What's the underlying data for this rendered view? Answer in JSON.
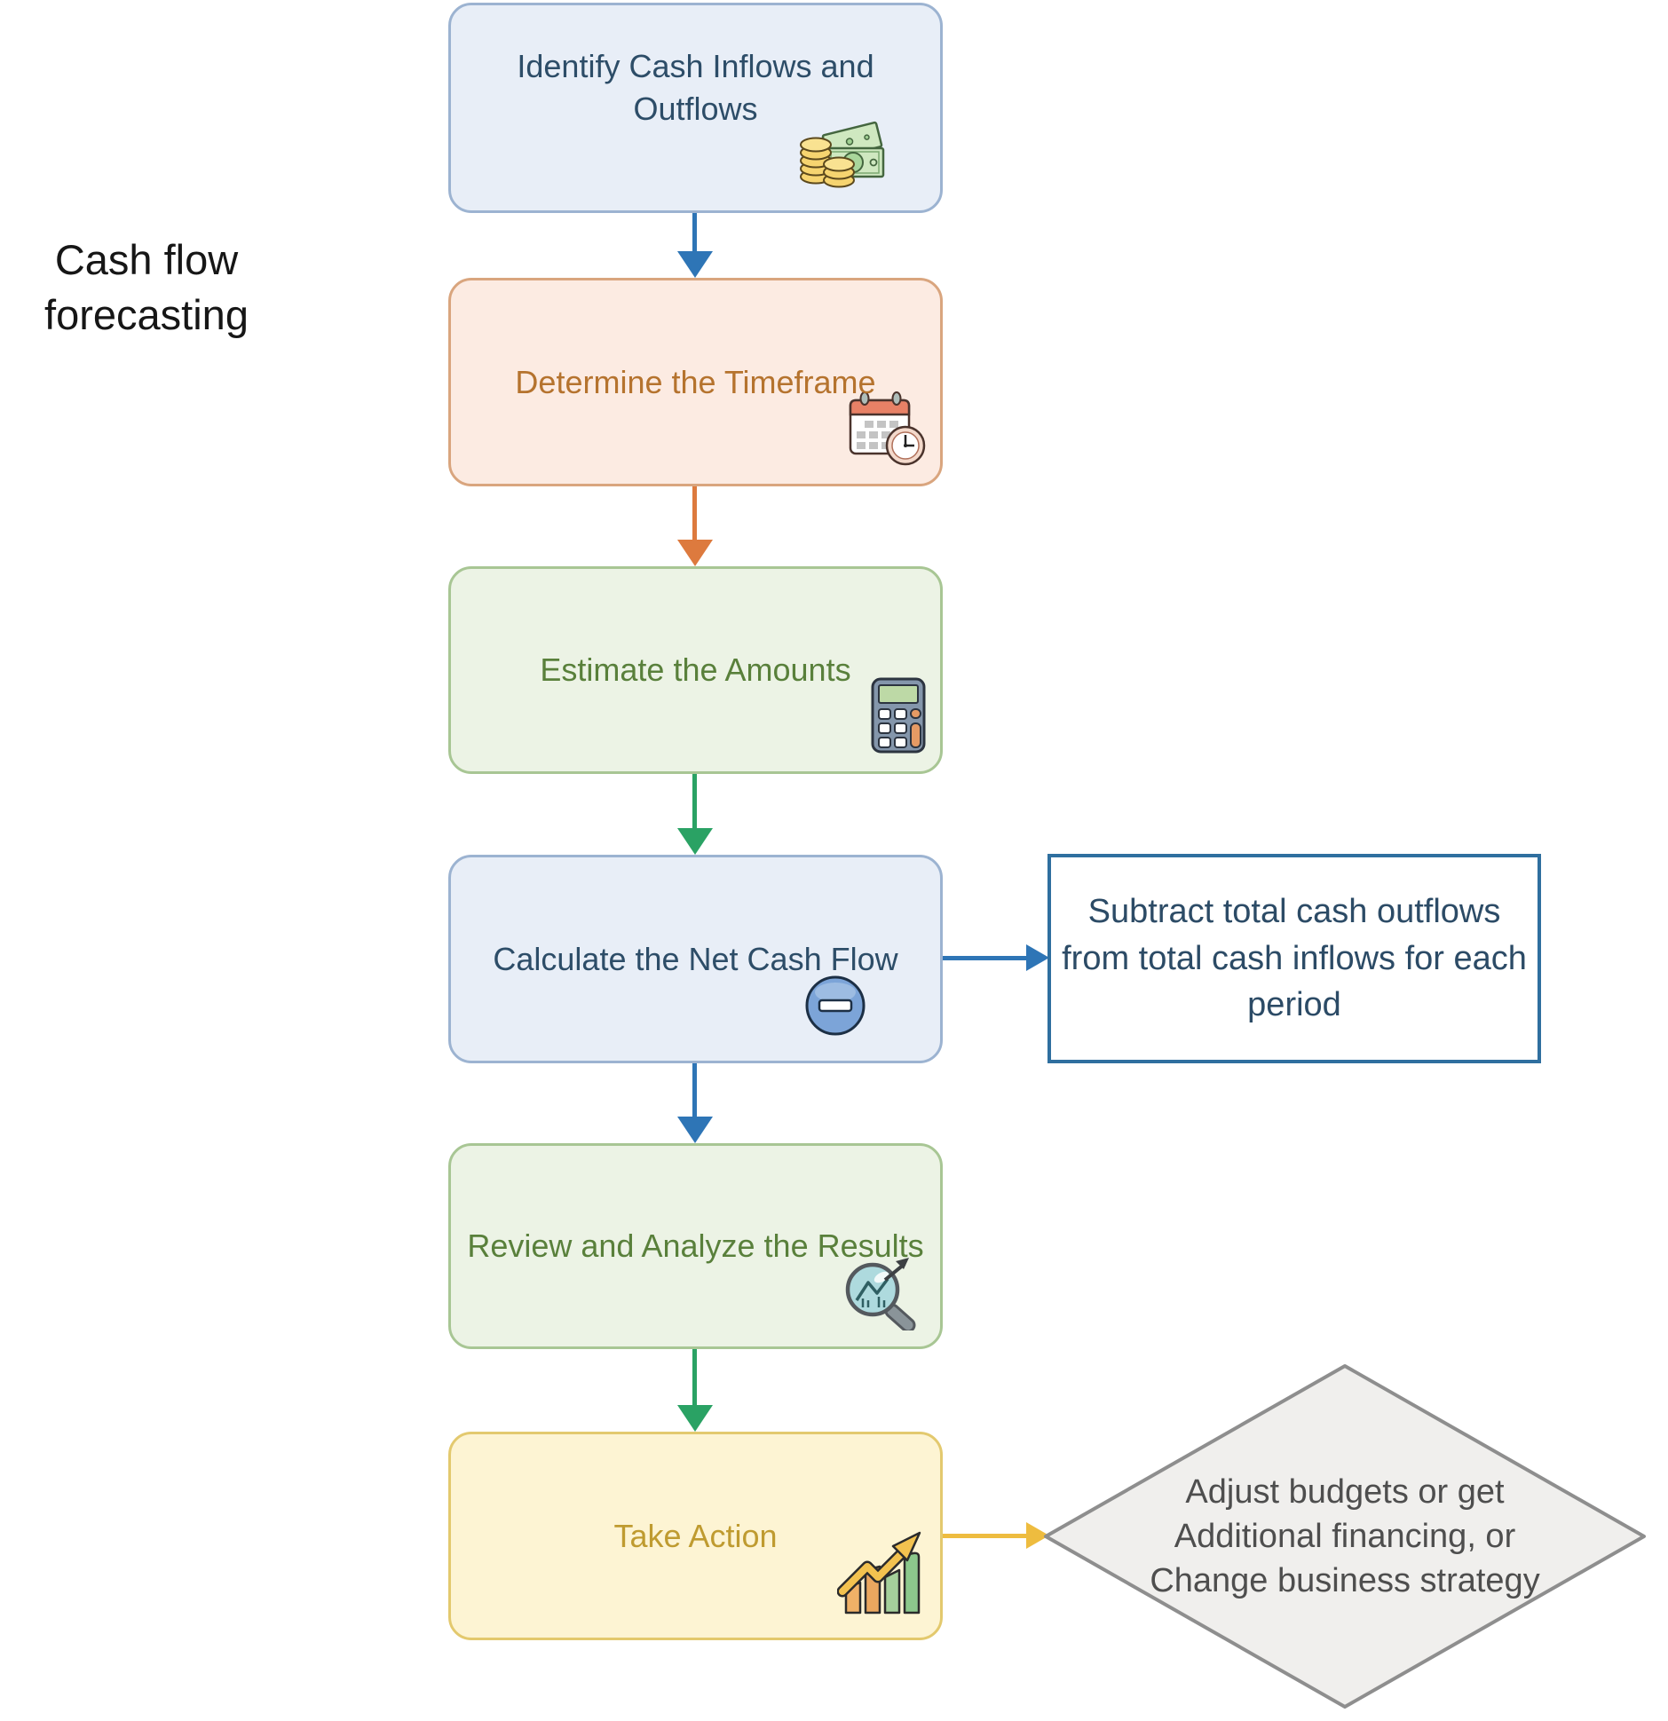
{
  "title": "Cash flow forecasting",
  "steps": [
    {
      "label": "Identify Cash Inflows and Outflows",
      "icon": "money-icon",
      "theme": "blue"
    },
    {
      "label": "Determine the Timeframe",
      "icon": "calendar-clock-icon",
      "theme": "peach"
    },
    {
      "label": "Estimate the Amounts",
      "icon": "calculator-icon",
      "theme": "green"
    },
    {
      "label": "Calculate the Net Cash Flow",
      "icon": "minus-circle-icon",
      "theme": "blue"
    },
    {
      "label": "Review and Analyze the Results",
      "icon": "magnifier-chart-icon",
      "theme": "green"
    },
    {
      "label": "Take Action",
      "icon": "bar-chart-rising-arrow-icon",
      "theme": "yellow"
    }
  ],
  "annotations": {
    "net_cash_flow_note": {
      "shape": "rectangle",
      "attached_to": "Calculate the Net Cash Flow",
      "lines": [
        "Subtract total cash outflows",
        "from total cash inflows for each",
        "period"
      ]
    },
    "take_action_note": {
      "shape": "diamond",
      "attached_to": "Take Action",
      "lines": [
        "Adjust budgets or get",
        "Additional financing, or",
        "Change business strategy"
      ]
    }
  },
  "connectors": [
    {
      "from": "step-1",
      "to": "step-2",
      "direction": "down",
      "color": "#2e75b6"
    },
    {
      "from": "step-2",
      "to": "step-3",
      "direction": "down",
      "color": "#dd7a3e"
    },
    {
      "from": "step-3",
      "to": "step-4",
      "direction": "down",
      "color": "#2aa264"
    },
    {
      "from": "step-4",
      "to": "step-5",
      "direction": "down",
      "color": "#2e75b6"
    },
    {
      "from": "step-5",
      "to": "step-6",
      "direction": "down",
      "color": "#2aa264"
    },
    {
      "from": "step-4",
      "to": "net_cash_flow_note",
      "direction": "right",
      "color": "#2e75b6"
    },
    {
      "from": "step-6",
      "to": "take_action_note",
      "direction": "right",
      "color": "#eebc3f"
    }
  ],
  "palette": {
    "blue_box_bg": "#e8eef7",
    "blue_box_border": "#9cb3d1",
    "blue_box_text": "#2d4d68",
    "peach_box_bg": "#fcebe2",
    "peach_box_border": "#d9a57e",
    "peach_box_text": "#b5732e",
    "green_box_bg": "#ecf3e5",
    "green_box_border": "#a8c694",
    "green_box_text": "#59803b",
    "yellow_box_bg": "#fdf4d3",
    "yellow_box_border": "#e3c96e",
    "yellow_box_text": "#bf9b30",
    "side_note_border": "#2f6f9f",
    "diamond_fill": "#f0efed",
    "diamond_border": "#8e8e8e",
    "diamond_text": "#4e4e4e"
  }
}
